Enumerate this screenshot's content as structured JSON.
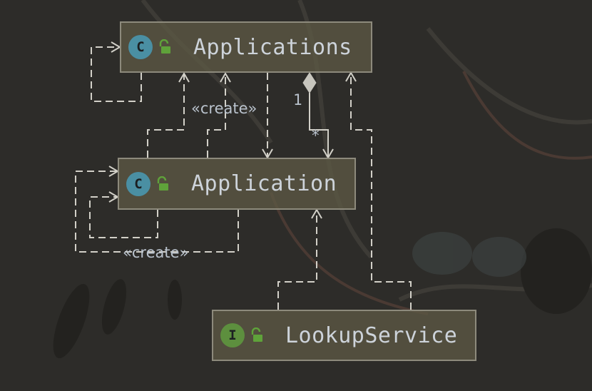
{
  "nodes": {
    "applications": {
      "label": "Applications",
      "badge": "C",
      "kind": "class",
      "visibility": "public"
    },
    "application": {
      "label": "Application",
      "badge": "C",
      "kind": "class",
      "visibility": "public"
    },
    "lookup_service": {
      "label": "LookupService",
      "badge": "I",
      "kind": "interface",
      "visibility": "public"
    }
  },
  "edge_labels": {
    "create_top": "«create»",
    "create_bottom": "«create»"
  },
  "multiplicity": {
    "source": "1",
    "target": "*"
  },
  "colors": {
    "class_badge": "#4a8fa3",
    "interface_badge": "#5d8f3e",
    "lock": "#5fa23a",
    "line": "#d2d0c8"
  }
}
